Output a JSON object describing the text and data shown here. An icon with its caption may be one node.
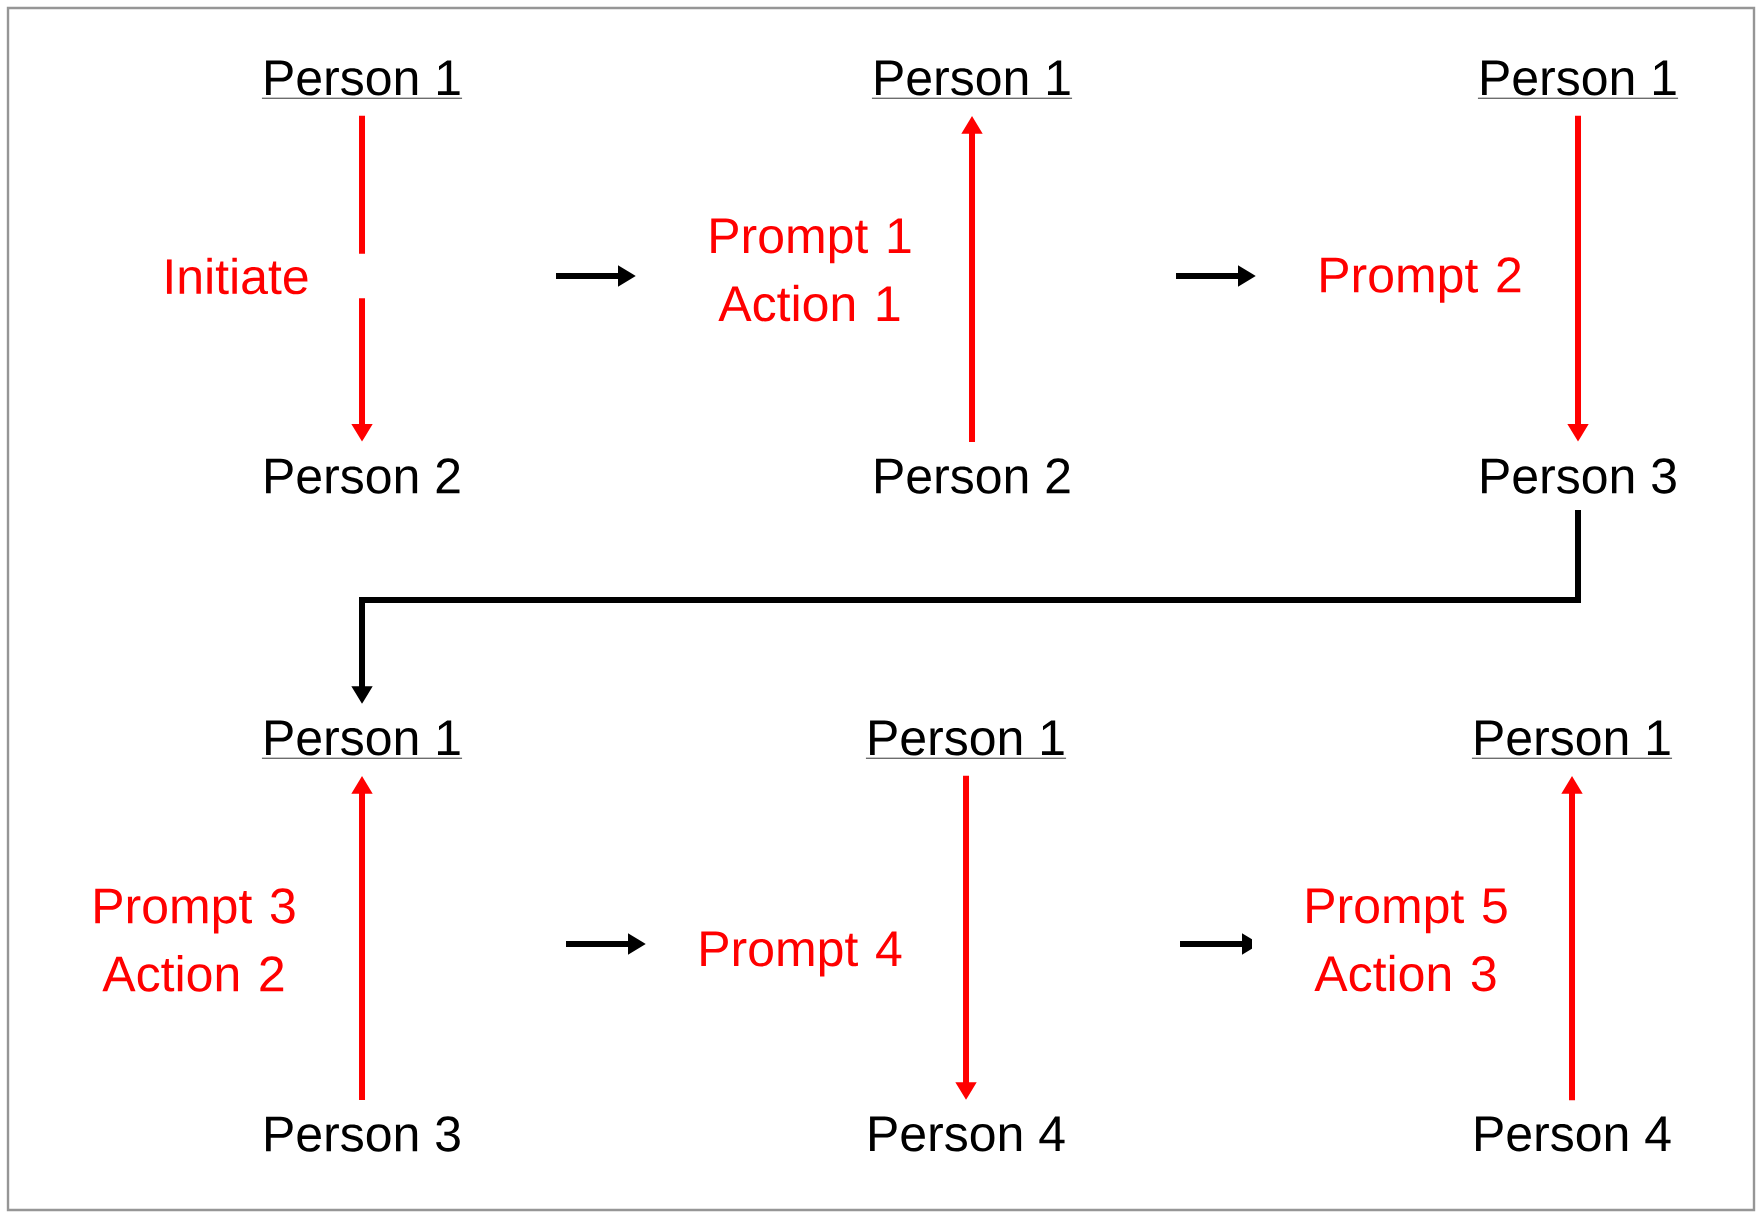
{
  "diagram": {
    "nodes": [
      {
        "text": [
          "Person 1"
        ]
      },
      {
        "text": [
          "Person 2"
        ]
      },
      {
        "text": [
          "Person 1"
        ]
      },
      {
        "text": [
          "Person 2"
        ]
      },
      {
        "text": [
          "Person 1"
        ]
      },
      {
        "text": [
          "Person 3"
        ]
      },
      {
        "text": [
          "Person 1"
        ]
      },
      {
        "text": [
          "Person 3"
        ]
      },
      {
        "text": [
          "Person 1"
        ]
      },
      {
        "text": [
          "Person 4"
        ]
      },
      {
        "text": [
          "Person 1"
        ]
      },
      {
        "text": [
          "Person 4"
        ]
      }
    ],
    "edges": [
      {
        "from": 0,
        "to": 1,
        "arrow": "to",
        "label": "Initiate"
      },
      {
        "from": 3,
        "to": 2,
        "arrow": "to",
        "label": "Prompt 1 Action 1"
      },
      {
        "from": 4,
        "to": 5,
        "arrow": "to",
        "label": "Prompt 2"
      },
      {
        "from": 5,
        "to": 6,
        "arrow": "to",
        "color": "#000000"
      },
      {
        "from": 7,
        "to": 6,
        "arrow": "to",
        "label": "Prompt 3 Action 2"
      },
      {
        "from": 8,
        "to": 9,
        "arrow": "to",
        "label": "Prompt 4"
      },
      {
        "from": 11,
        "to": 10,
        "arrow": "to",
        "label": "Prompt 5 Action 3"
      }
    ]
  }
}
